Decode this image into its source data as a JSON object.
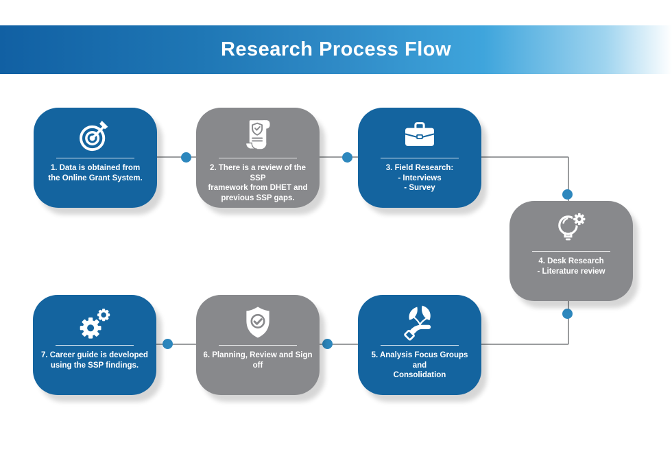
{
  "header": {
    "title": "Research Process Flow"
  },
  "colors": {
    "card_blue": "#14649f",
    "card_gray": "#88898c",
    "dot_blue": "#2d87bd",
    "line_gray": "#9a9c9e",
    "header_gradient_left": "#1160a3",
    "header_gradient_right": "#ffffff",
    "text_white": "#ffffff"
  },
  "cards": [
    {
      "step": 1,
      "color": "blue",
      "icon": "target-dart-icon",
      "text": "1. Data is obtained from\nthe Online Grant System."
    },
    {
      "step": 2,
      "color": "gray",
      "icon": "scroll-certificate-icon",
      "text": "2. There is a review of the SSP\nframework from DHET and\nprevious SSP gaps."
    },
    {
      "step": 3,
      "color": "blue",
      "icon": "briefcase-icon",
      "text": "3. Field Research:\n- Interviews\n- Survey"
    },
    {
      "step": 4,
      "color": "gray",
      "icon": "lightbulb-gear-icon",
      "text": "4. Desk Research\n- Literature review"
    },
    {
      "step": 5,
      "color": "blue",
      "icon": "hand-leaf-icon",
      "text": "5. Analysis Focus Groups and\nConsolidation"
    },
    {
      "step": 6,
      "color": "gray",
      "icon": "shield-check-icon",
      "text": "6. Planning, Review and Sign off"
    },
    {
      "step": 7,
      "color": "blue",
      "icon": "gears-icon",
      "text": "7. Career guide is developed\nusing the SSP findings."
    }
  ]
}
